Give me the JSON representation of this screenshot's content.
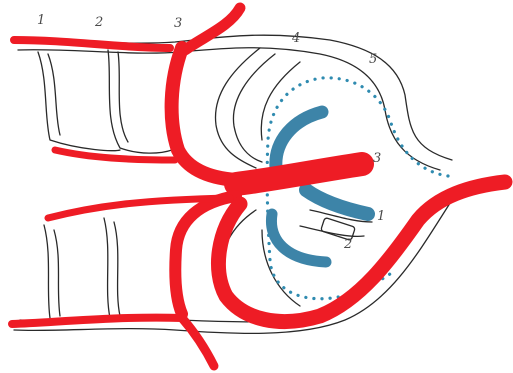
{
  "labels": {
    "top_1": "1",
    "top_2": "2",
    "top_3": "3",
    "top_4": "4",
    "top_5": "5",
    "inner_1": "1",
    "inner_2": "2",
    "inner_3": "3"
  },
  "colors": {
    "artery": "#ee1c25",
    "vein_blue": "#3d84a8",
    "outline": "#2a2a2a",
    "dots": "#2f8bb0",
    "background": "#ffffff"
  }
}
